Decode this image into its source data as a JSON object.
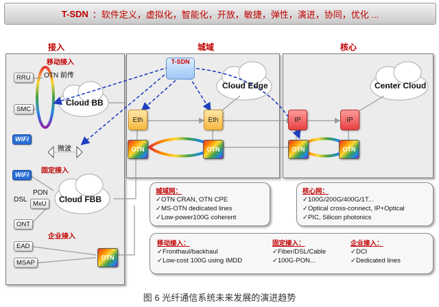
{
  "title": {
    "main": "T-SDN",
    "rest": "：软件定义，虚拟化，智能化，开放，敏捷，弹性，演进，协同，优化 ..."
  },
  "sections": {
    "access": "接入",
    "metro": "城域",
    "core": "核心"
  },
  "access": {
    "mobile_label": "移动接入",
    "fixed_label": "固定接入",
    "enterprise_label": "企业接入",
    "otn_fronthaul": "OTN 前传",
    "microwave": "微波",
    "rru": "RRU",
    "smc": "SMC",
    "wifi": "WiFi",
    "pon": "PON",
    "dsl": "DSL",
    "mxu": "MxU",
    "ont": "ONT",
    "ead": "EAD",
    "msap": "MSAP",
    "cloud_bb": "Cloud BB",
    "cloud_fbb": "Cloud FBB",
    "otn": "OTN"
  },
  "metro": {
    "tsdn": "T-SDN",
    "cloud_edge": "Cloud Edge",
    "eth": "Eth",
    "otn": "OTN"
  },
  "core": {
    "center_cloud": "Center Cloud",
    "ip": "IP",
    "otn": "OTN"
  },
  "boxes": {
    "metro": {
      "header": "城域网：",
      "lines": [
        "✓OTN CRAN, OTN CPE",
        "✓MS-OTN dedicated lines",
        "✓Low-power100G coherent"
      ]
    },
    "core": {
      "header": "核心网：",
      "lines": [
        "✓100G/200G/400G/1T...",
        "✓Optical cross-connect, IP+Optical",
        "✓PIC, Silicon photonics"
      ]
    },
    "mobile": {
      "header": "移动接入：",
      "lines": [
        "✓Fronthaul/backhaul",
        "✓Low-cost 100G using IMDD"
      ]
    },
    "fixed": {
      "header": "固定接入：",
      "lines": [
        "✓Fiber/DSL/Cable",
        "✓100G-PON..."
      ]
    },
    "enterprise": {
      "header": "企业接入：",
      "lines": [
        "✓DCI",
        "✓Dedicated lines"
      ]
    }
  },
  "caption": "图 6  光纤通信系统未来发展的演进趋势"
}
